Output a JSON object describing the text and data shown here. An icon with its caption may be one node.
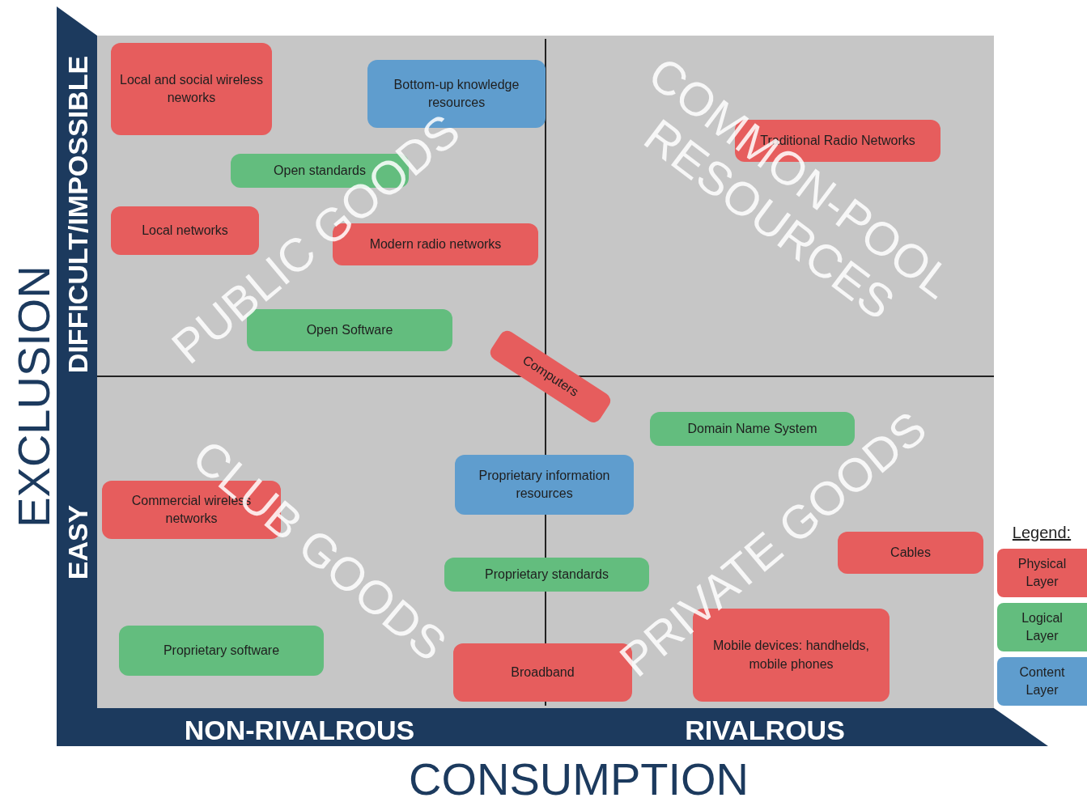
{
  "diagram": {
    "nodes": [
      {
        "text": [
          "Local and social wireless neworks"
        ]
      },
      {
        "text": [
          "Bottom-up knowledge resources"
        ]
      },
      {
        "text": [
          "Traditional Radio Networks"
        ]
      },
      {
        "text": [
          "Open standards"
        ]
      },
      {
        "text": [
          "Local networks"
        ]
      },
      {
        "text": [
          "Modern radio networks"
        ]
      },
      {
        "text": [
          "Open Software"
        ]
      },
      {
        "text": [
          "Computers"
        ]
      },
      {
        "text": [
          "Domain Name System"
        ]
      },
      {
        "text": [
          "Proprietary information resources"
        ]
      },
      {
        "text": [
          "Commercial wireless networks"
        ]
      },
      {
        "text": [
          "Cables"
        ]
      },
      {
        "text": [
          "Proprietary standards"
        ]
      },
      {
        "text": [
          "Proprietary software"
        ]
      },
      {
        "text": [
          "Broadband"
        ]
      },
      {
        "text": [
          "Mobile devices: handhelds, mobile phones"
        ]
      }
    ],
    "labels": [
      "EXCLUSION",
      "DIFFICULT/IMPOSSIBLE",
      "EASY",
      "PUBLIC GOODS",
      "COMMON-POOL RESOURCES",
      "CLUB GOODS",
      "PRIVATE GOODS",
      "NON-RIVALROUS",
      "RIVALROUS",
      "CONSUMPTION",
      "Legend:"
    ],
    "legend": [
      {
        "text": "Physical Layer",
        "color": "#e65d5d"
      },
      {
        "text": "Logical Layer",
        "color": "#63bd7e"
      },
      {
        "text": "Content Layer",
        "color": "#5f9dce"
      }
    ]
  }
}
